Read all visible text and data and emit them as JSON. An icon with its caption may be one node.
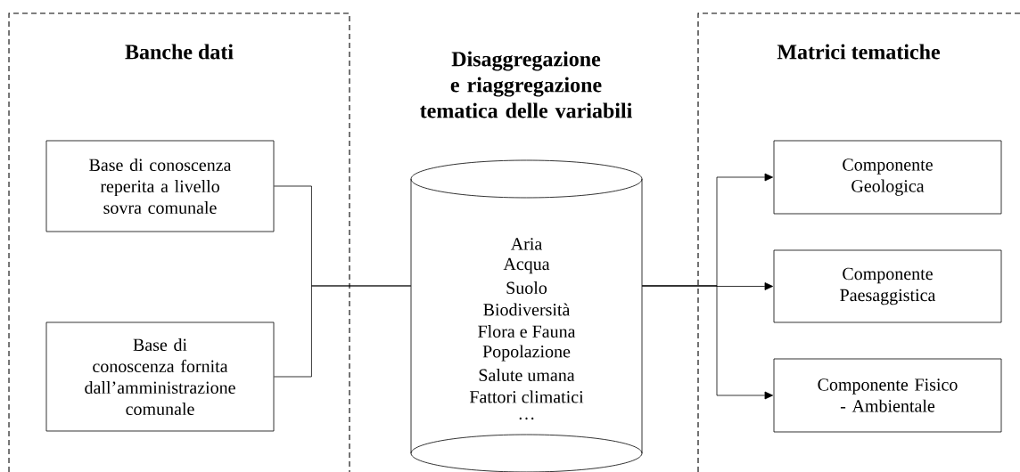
{
  "diagram": {
    "nodes": [
      {
        "text": [
          "Banche dati"
        ]
      },
      {
        "text": [
          "Base di conoscenza reperita a livello sovra comunale"
        ],
        "in": 0
      },
      {
        "text": [
          "Base di conoscenza fornita dall’amministrazione comunale"
        ],
        "in": 0
      },
      {
        "text": [
          "Disaggregazione e riaggregazione tematica delle variabili",
          "Aria",
          "Acqua",
          "Suolo",
          "Biodiversità",
          "Flora e Fauna",
          "Popolazione",
          "Salute umana",
          "Fattori climatici",
          "…"
        ]
      },
      {
        "text": [
          "Matrici tematiche"
        ]
      },
      {
        "text": [
          "Componente Geologica"
        ],
        "in": 4
      },
      {
        "text": [
          "Componente Paesaggistica"
        ],
        "in": 4
      },
      {
        "text": [
          "Componente Fisico - Ambientale"
        ],
        "in": 4
      }
    ],
    "edges": [
      {
        "from": 1,
        "to": 3,
        "arrow": "none"
      },
      {
        "from": 2,
        "to": 3,
        "arrow": "none"
      },
      {
        "from": 3,
        "to": 5,
        "arrow": "to"
      },
      {
        "from": 3,
        "to": 6,
        "arrow": "to"
      },
      {
        "from": 3,
        "to": 7,
        "arrow": "to"
      }
    ]
  }
}
